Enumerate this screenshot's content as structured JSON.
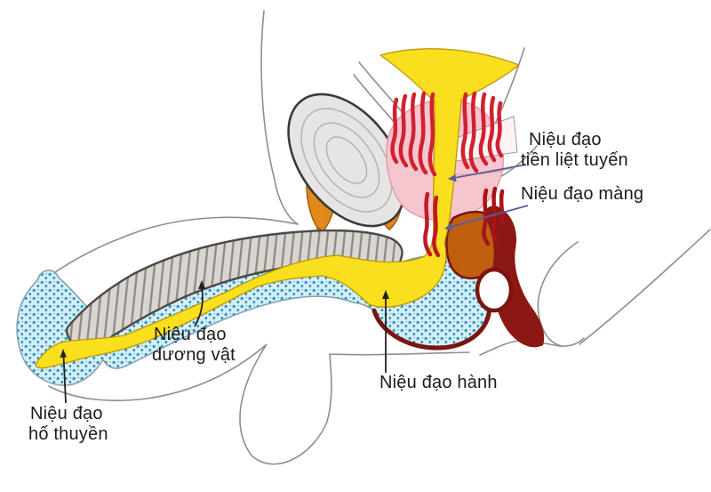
{
  "diagram": {
    "subject": "male urethra sagittal anatomy",
    "labels": {
      "prostatic_urethra": {
        "line1": "Niệu đạo",
        "line2": "tiền liệt tuyến"
      },
      "membranous_urethra": {
        "text": "Niệu đạo màng"
      },
      "penile_urethra": {
        "line1": "Niệu đạo",
        "line2": "dương vật"
      },
      "bulbar_urethra": {
        "text": "Niệu đạo hành"
      },
      "navicular_fossa_urethra": {
        "line1": "Niệu đạo",
        "line2": "hố thuyền"
      }
    },
    "colors": {
      "urethra_yellow": "#fadf1e",
      "urethra_outline": "#bb9708",
      "bladder_yellow": "#fadf1e",
      "prostate_pink": "#f6c6cf",
      "prostate_edge": "#e79aaa",
      "spongiosum_blue_bg": "#d9eff8",
      "spongiosum_dot_teal": "#2d9ec7",
      "spongiosum_edge": "#7f9fae",
      "cavernosum_gray": "#d9d5d1",
      "cavernosum_stripe": "#8d8984",
      "cavernosum_edge": "#4b4946",
      "sphincter_red": "#d32031",
      "sphincter_red_dark": "#a81318",
      "bulb_outline_maroon": "#7a1410",
      "anal_maroon": "#8c1812",
      "ligament_orange": "#e3891b",
      "perineal_brown": "#bf5f10",
      "symphysis_gray": "#e6e5e4",
      "symphysis_edge": "#3a3a3a",
      "body_outline_gray": "#8e8e8e",
      "pointer_purple": "#5c5c9e",
      "pointer_black": "#222222",
      "text_color": "#1b1b1b"
    }
  }
}
